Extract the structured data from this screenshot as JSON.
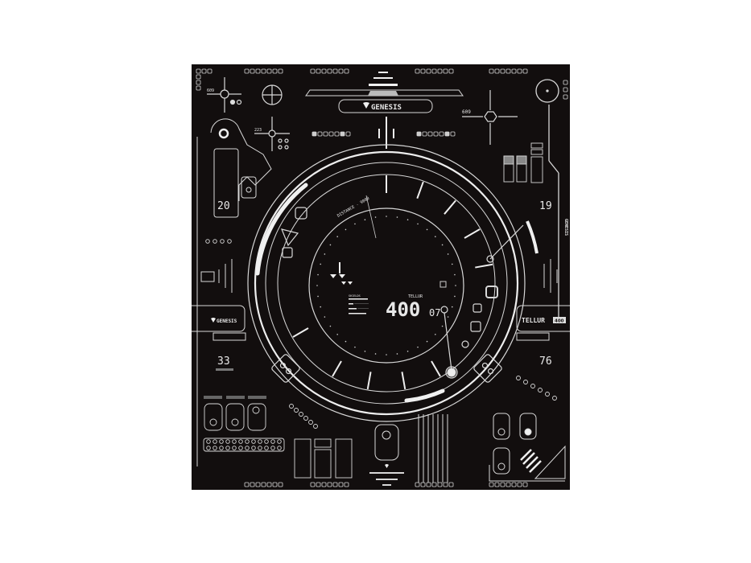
{
  "brand": {
    "logo_text": "GENESIS",
    "side_logo_text": "GENESIS",
    "vertical_logo_text": "GENESIS"
  },
  "product": {
    "name": "TELLUR",
    "badge": "400"
  },
  "corner_numbers": {
    "top_left": "20",
    "top_right": "19",
    "bottom_left": "33",
    "bottom_right": "76"
  },
  "crosshair_labels": {
    "left_top": "609",
    "left_mid": "223",
    "right_top": "609"
  },
  "hud": {
    "distance_label": "DISTANCE - 9000",
    "readout_label": "TELLUR",
    "readout_value": "400",
    "readout_sub": "07",
    "status_label": "SHIELDS"
  },
  "colors": {
    "background": "#120e0e",
    "line": "#d8d8d8",
    "page": "#ffffff"
  }
}
